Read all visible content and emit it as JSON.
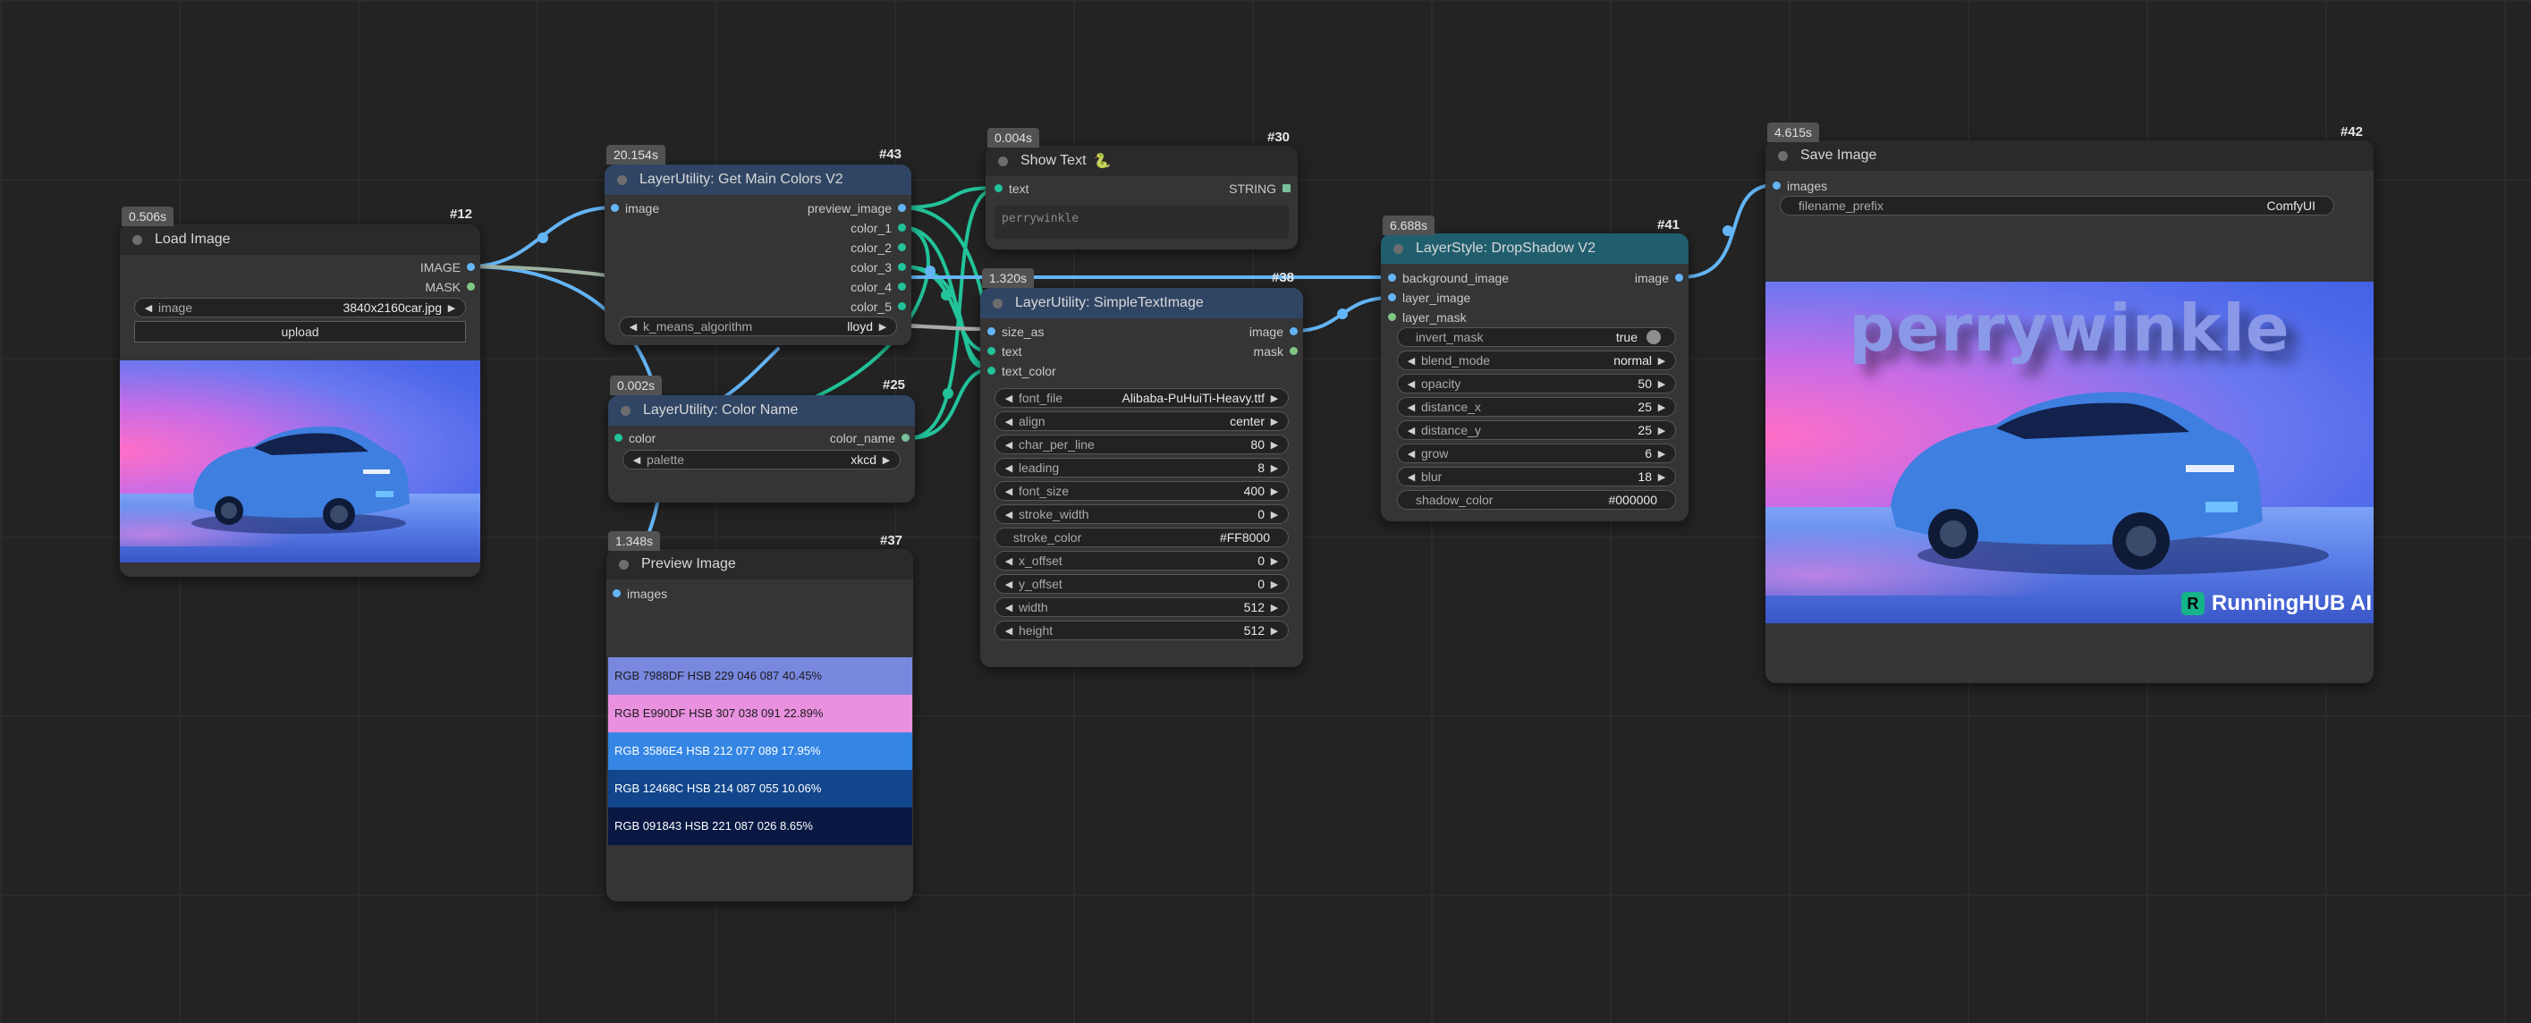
{
  "nodes": {
    "load_image": {
      "id": "#12",
      "time": "0.506s",
      "title": "Load Image",
      "outputs": [
        "IMAGE",
        "MASK"
      ],
      "widget_image_label": "image",
      "widget_image_value": "3840x2160car.jpg",
      "upload_label": "upload"
    },
    "get_main_colors": {
      "id": "#43",
      "time": "20.154s",
      "title": "LayerUtility: Get Main Colors V2",
      "input": "image",
      "outputs": [
        "preview_image",
        "color_1",
        "color_2",
        "color_3",
        "color_4",
        "color_5"
      ],
      "algo_label": "k_means_algorithm",
      "algo_value": "lloyd"
    },
    "color_name": {
      "id": "#25",
      "time": "0.002s",
      "title": "LayerUtility: Color Name",
      "input": "color",
      "output": "color_name",
      "palette_label": "palette",
      "palette_value": "xkcd"
    },
    "preview_image": {
      "id": "#37",
      "time": "1.348s",
      "title": "Preview Image",
      "input": "images",
      "swatches": [
        {
          "text": "RGB 7988DF   HSB 229 046 087   40.45%",
          "bg": "#7988DF",
          "fg": "#1a1a1a"
        },
        {
          "text": "RGB E990DF   HSB 307 038 091   22.89%",
          "bg": "#E990DF",
          "fg": "#1a1a1a"
        },
        {
          "text": "RGB 3586E4   HSB 212 077 089   17.95%",
          "bg": "#3586E4",
          "fg": "#ffffff"
        },
        {
          "text": "RGB 12468C   HSB 214 087 055   10.06%",
          "bg": "#12468C",
          "fg": "#ffffff"
        },
        {
          "text": "RGB 091843   HSB 221 087 026   8.65%",
          "bg": "#091843",
          "fg": "#ffffff"
        }
      ]
    },
    "show_text": {
      "id": "#30",
      "time": "0.004s",
      "title": "Show Text",
      "title_icon": "🐍",
      "input": "text",
      "output": "STRING",
      "content": "perrywinkle"
    },
    "simple_text": {
      "id": "#38",
      "time": "1.320s",
      "title": "LayerUtility: SimpleTextImage",
      "inputs": [
        "size_as",
        "text",
        "text_color"
      ],
      "outputs": [
        "image",
        "mask"
      ],
      "widgets": [
        {
          "label": "font_file",
          "value": "Alibaba-PuHuiTi-Heavy.ttf",
          "arrows": true
        },
        {
          "label": "align",
          "value": "center",
          "arrows": true
        },
        {
          "label": "char_per_line",
          "value": "80",
          "arrows": true
        },
        {
          "label": "leading",
          "value": "8",
          "arrows": true
        },
        {
          "label": "font_size",
          "value": "400",
          "arrows": true
        },
        {
          "label": "stroke_width",
          "value": "0",
          "arrows": true
        },
        {
          "label": "stroke_color",
          "value": "#FF8000",
          "arrows": false
        },
        {
          "label": "x_offset",
          "value": "0",
          "arrows": true
        },
        {
          "label": "y_offset",
          "value": "0",
          "arrows": true
        },
        {
          "label": "width",
          "value": "512",
          "arrows": true
        },
        {
          "label": "height",
          "value": "512",
          "arrows": true
        }
      ]
    },
    "drop_shadow": {
      "id": "#41",
      "time": "6.688s",
      "title": "LayerStyle: DropShadow V2",
      "inputs": [
        "background_image",
        "layer_image",
        "layer_mask"
      ],
      "output": "image",
      "invert_label": "invert_mask",
      "invert_value": "true",
      "widgets": [
        {
          "label": "blend_mode",
          "value": "normal",
          "arrows": true
        },
        {
          "label": "opacity",
          "value": "50",
          "arrows": true
        },
        {
          "label": "distance_x",
          "value": "25",
          "arrows": true
        },
        {
          "label": "distance_y",
          "value": "25",
          "arrows": true
        },
        {
          "label": "grow",
          "value": "6",
          "arrows": true
        },
        {
          "label": "blur",
          "value": "18",
          "arrows": true
        },
        {
          "label": "shadow_color",
          "value": "#000000",
          "arrows": false
        }
      ]
    },
    "save_image": {
      "id": "#42",
      "time": "4.615s",
      "title": "Save Image",
      "input": "images",
      "prefix_label": "filename_prefix",
      "prefix_value": "ComfyUI",
      "overlay_text": "perrywinkle",
      "brand": "RunningHUB AI"
    }
  }
}
